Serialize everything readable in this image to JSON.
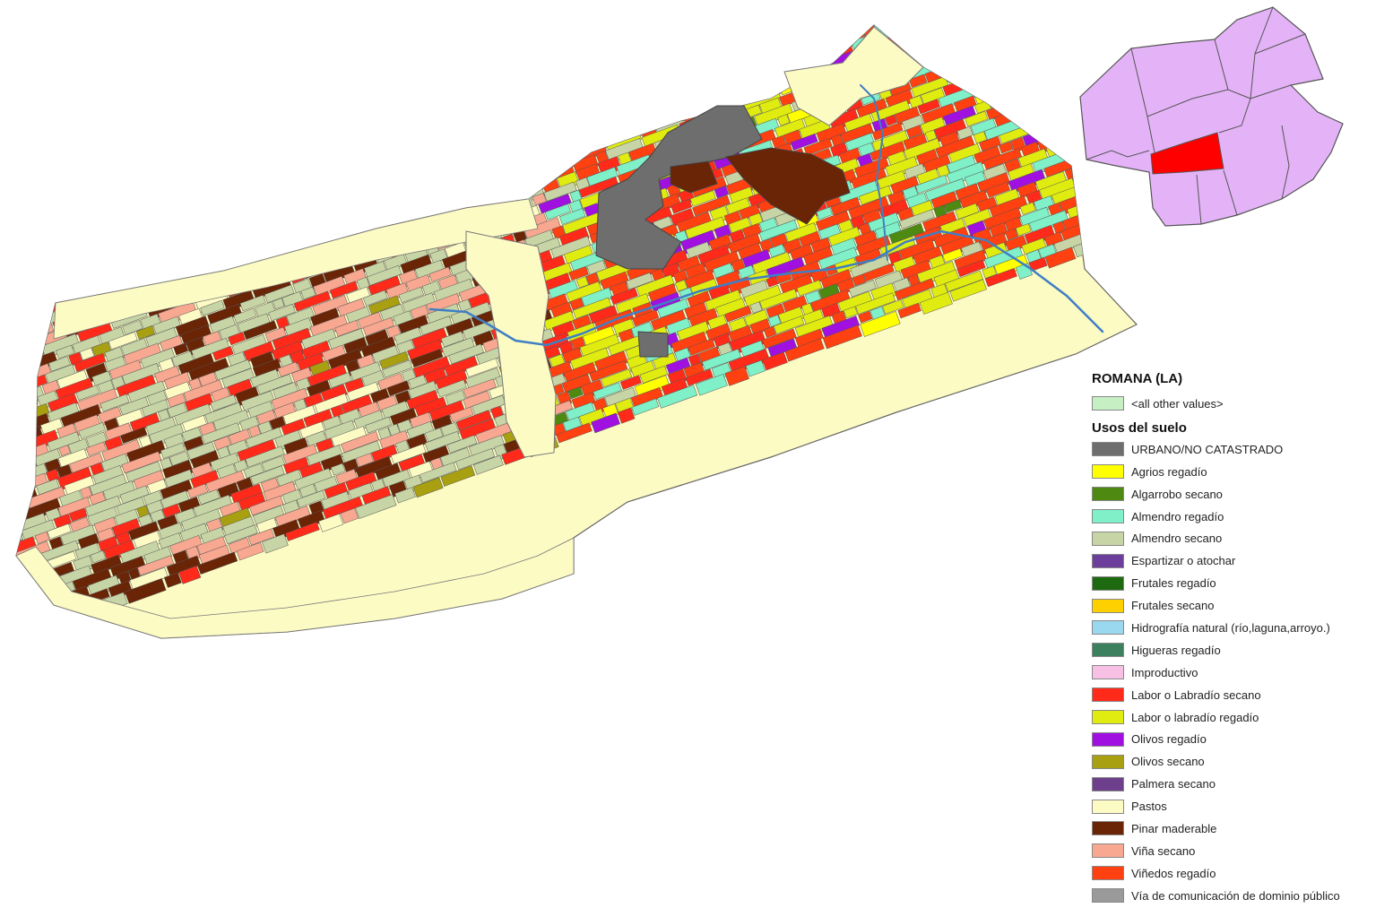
{
  "legend": {
    "layer_title": "ROMANA (LA)",
    "other_values": {
      "label": "<all other values>",
      "color": "#c7efc4"
    },
    "group_title": "Usos del suelo",
    "items": [
      {
        "label": "URBANO/NO CATASTRADO",
        "color": "#6e6e6e"
      },
      {
        "label": "Agrios regadío",
        "color": "#ffff00"
      },
      {
        "label": "Algarrobo secano",
        "color": "#4e8a12"
      },
      {
        "label": "Almendro regadío",
        "color": "#7ff0c8"
      },
      {
        "label": "Almendro secano",
        "color": "#c7d5a6"
      },
      {
        "label": "Espartizar o atochar",
        "color": "#6c3f9c"
      },
      {
        "label": "Frutales regadío",
        "color": "#1e6a10"
      },
      {
        "label": "Frutales secano",
        "color": "#ffd000"
      },
      {
        "label": "Hidrografía natural (río,laguna,arroyo.)",
        "color": "#9ad8f0"
      },
      {
        "label": "Higueras regadío",
        "color": "#3d8060"
      },
      {
        "label": "Improductivo",
        "color": "#f9c0e6"
      },
      {
        "label": "Labor o Labradío secano",
        "color": "#ff2a1a"
      },
      {
        "label": "Labor o labradío regadío",
        "color": "#e0ec10"
      },
      {
        "label": "Olivos regadío",
        "color": "#a010e0"
      },
      {
        "label": "Olivos secano",
        "color": "#a8a010"
      },
      {
        "label": "Palmera secano",
        "color": "#6e3f8c"
      },
      {
        "label": "Pastos",
        "color": "#fdfbc4"
      },
      {
        "label": "Pinar maderable",
        "color": "#6a2406"
      },
      {
        "label": "Viña secano",
        "color": "#f8a890"
      },
      {
        "label": "Viñedos regadío",
        "color": "#ff4010"
      },
      {
        "label": "Vía de comunicación de dominio público",
        "color": "#9a9a9a"
      }
    ]
  },
  "colors": {
    "locator_fill": "#e4b3f7",
    "locator_highlight": "#ff0000",
    "parcel_outline": "#555555",
    "river": "#3f7fc4"
  }
}
